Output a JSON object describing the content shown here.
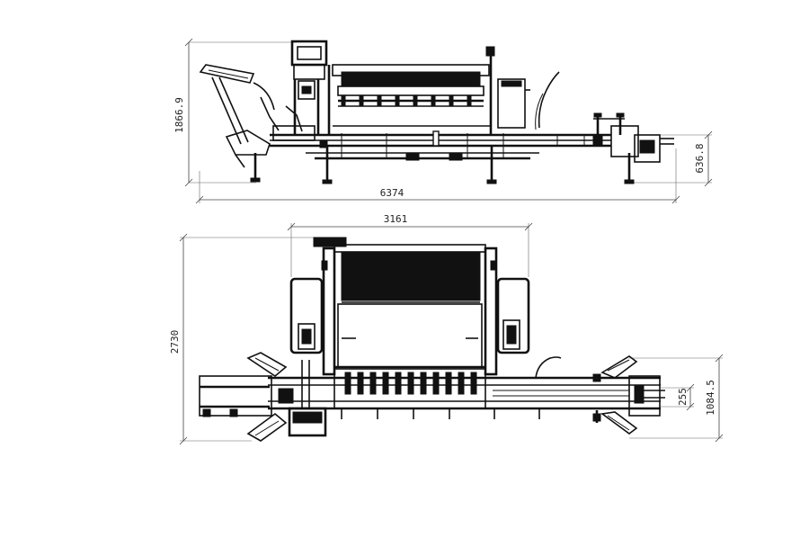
{
  "dimensions": {
    "side_height": "1866.9",
    "side_length": "6374",
    "side_right_height": "636.8",
    "top_width": "3161",
    "top_depth": "2730",
    "top_right_small": "255",
    "top_right_large": "1084.5"
  },
  "colors": {
    "ink": "#111111",
    "dim_line": "#444444",
    "background": "#ffffff"
  }
}
